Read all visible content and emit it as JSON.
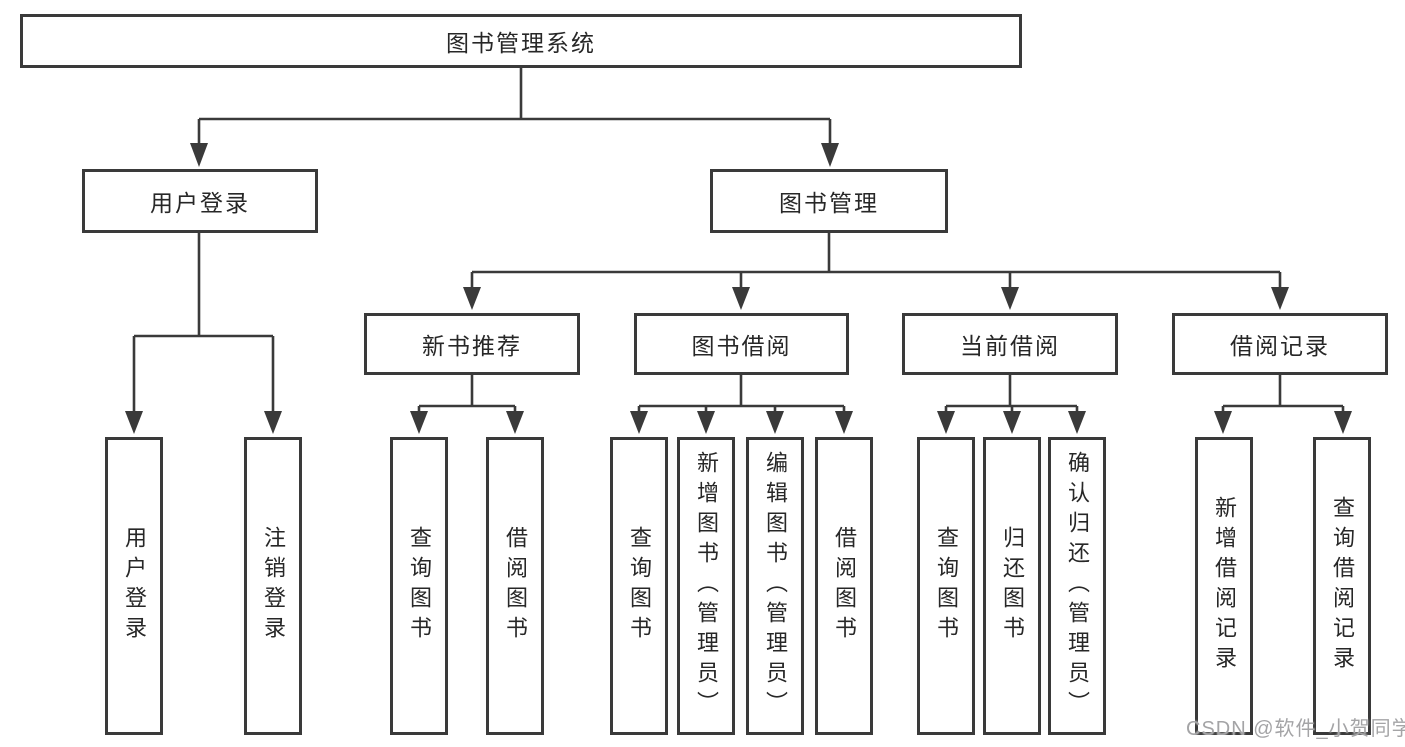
{
  "tree": {
    "label": "图书管理系统",
    "children": [
      {
        "label": "用户登录",
        "children": [
          {
            "label": "用户登录"
          },
          {
            "label": "注销登录"
          }
        ]
      },
      {
        "label": "图书管理",
        "children": [
          {
            "label": "新书推荐",
            "children": [
              {
                "label": "查询图书"
              },
              {
                "label": "借阅图书"
              }
            ]
          },
          {
            "label": "图书借阅",
            "children": [
              {
                "label": "查询图书"
              },
              {
                "label": "新增图书（管理员）"
              },
              {
                "label": "编辑图书（管理员）"
              },
              {
                "label": "借阅图书"
              }
            ]
          },
          {
            "label": "当前借阅",
            "children": [
              {
                "label": "查询图书"
              },
              {
                "label": "归还图书"
              },
              {
                "label": "确认归还（管理员）"
              }
            ]
          },
          {
            "label": "借阅记录",
            "children": [
              {
                "label": "新增借阅记录"
              },
              {
                "label": "查询借阅记录"
              }
            ]
          }
        ]
      }
    ]
  },
  "watermark": {
    "text": "CSDN @软件_小贺同学"
  },
  "colors": {
    "line": "#3a3a3a",
    "box_border": "#3a3a3a",
    "text": "#272727",
    "watermark": "#a4a4a6",
    "background": "#ffffff"
  }
}
